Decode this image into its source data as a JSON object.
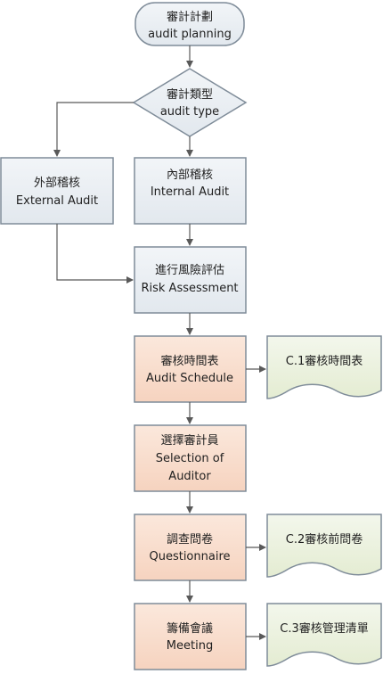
{
  "nodes": {
    "start": {
      "line1": "審計計劃",
      "line2": "audit planning"
    },
    "decision": {
      "line1": "審計類型",
      "line2": "audit type"
    },
    "external": {
      "line1": "外部稽核",
      "line2": "External Audit"
    },
    "internal": {
      "line1": "內部稽核",
      "line2": "Internal Audit"
    },
    "risk": {
      "line1": "進行風險評估",
      "line2": "Risk Assessment"
    },
    "schedule": {
      "line1": "審核時間表",
      "line2": "Audit Schedule"
    },
    "selection": {
      "line1": "選擇審計員",
      "line2": "Selection of",
      "line3": "Auditor"
    },
    "questionnaire": {
      "line1": "調查問卷",
      "line2": "Questionnaire"
    },
    "meeting": {
      "line1": "籌備會議",
      "line2": "Meeting"
    }
  },
  "documents": {
    "c1": {
      "label": "C.1審核時間表"
    },
    "c2": {
      "label": "C.2審核前問卷"
    },
    "c3": {
      "label": "C.3審核管理清單"
    }
  },
  "colors": {
    "blue_fill": "#e8edf2",
    "orange_fill": "#f9dccb",
    "green_fill": "#eaf1dd",
    "gray_fill": "#e8ebef",
    "stroke": "#7f8c99",
    "arrow": "#595959"
  }
}
